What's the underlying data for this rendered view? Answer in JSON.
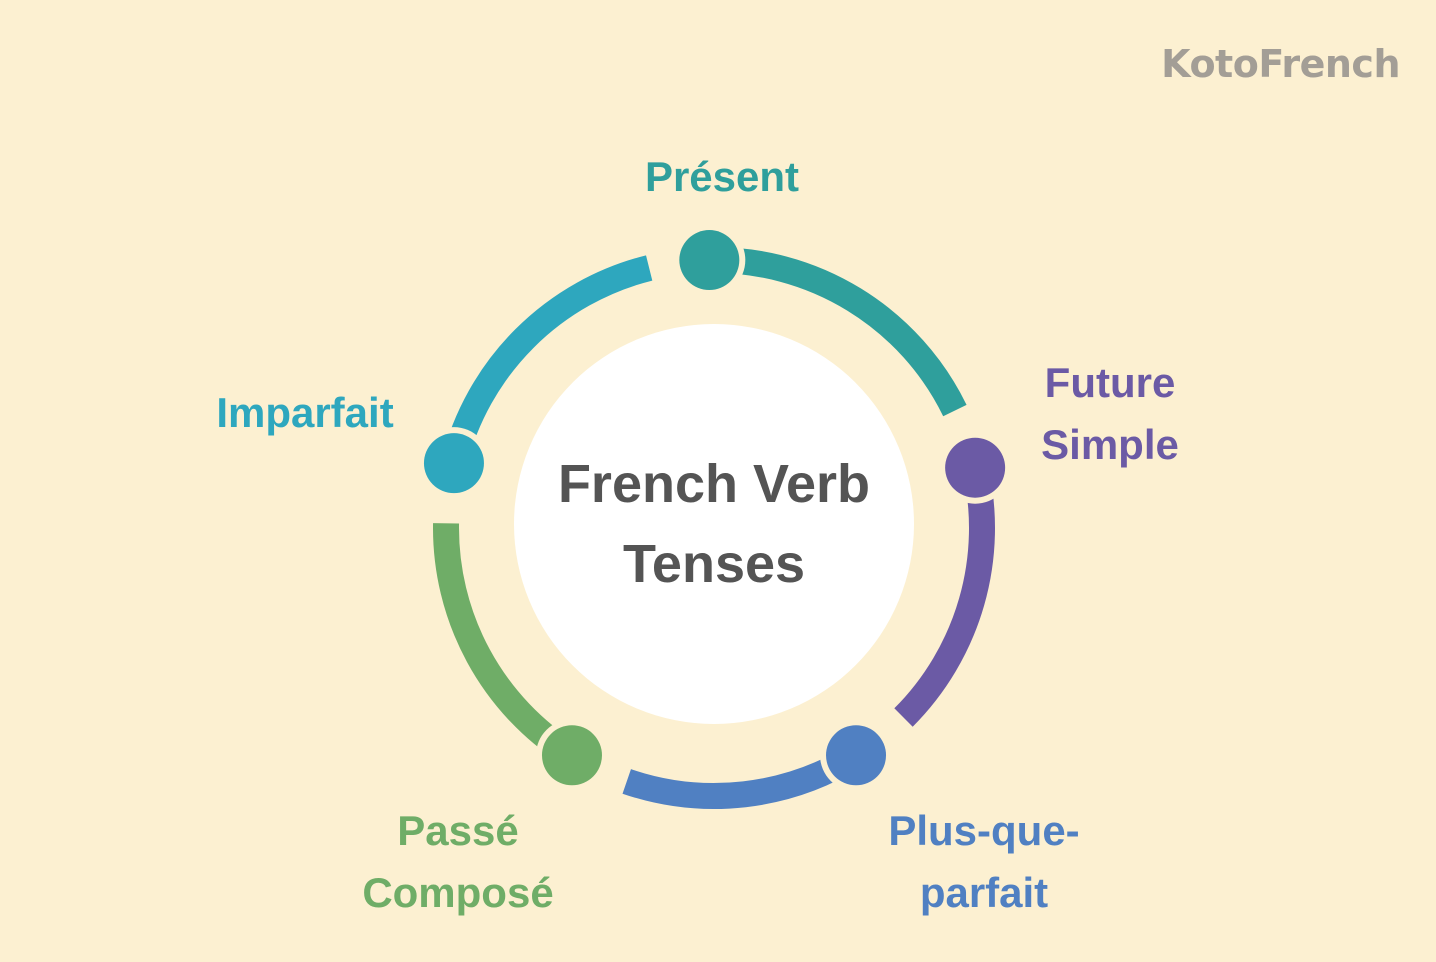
{
  "brand": {
    "name": "KotoFrench",
    "color": "#a39e96"
  },
  "diagram": {
    "title_line1": "French Verb",
    "title_line2": "Tenses",
    "title_color": "#545454",
    "background_color": "#fcf0d1",
    "stages": [
      {
        "id": "present",
        "line1": "Présent",
        "line2": "",
        "color": "#2f9f9c"
      },
      {
        "id": "future",
        "line1": "Future",
        "line2": "Simple",
        "color": "#6b5aa5"
      },
      {
        "id": "plus",
        "line1": "Plus-que-",
        "line2": "parfait",
        "color": "#5080c2"
      },
      {
        "id": "passe",
        "line1": "Passé",
        "line2": "Composé",
        "color": "#6fad67"
      },
      {
        "id": "imparfait",
        "line1": "Imparfait",
        "line2": "",
        "color": "#2ea7be"
      }
    ]
  }
}
